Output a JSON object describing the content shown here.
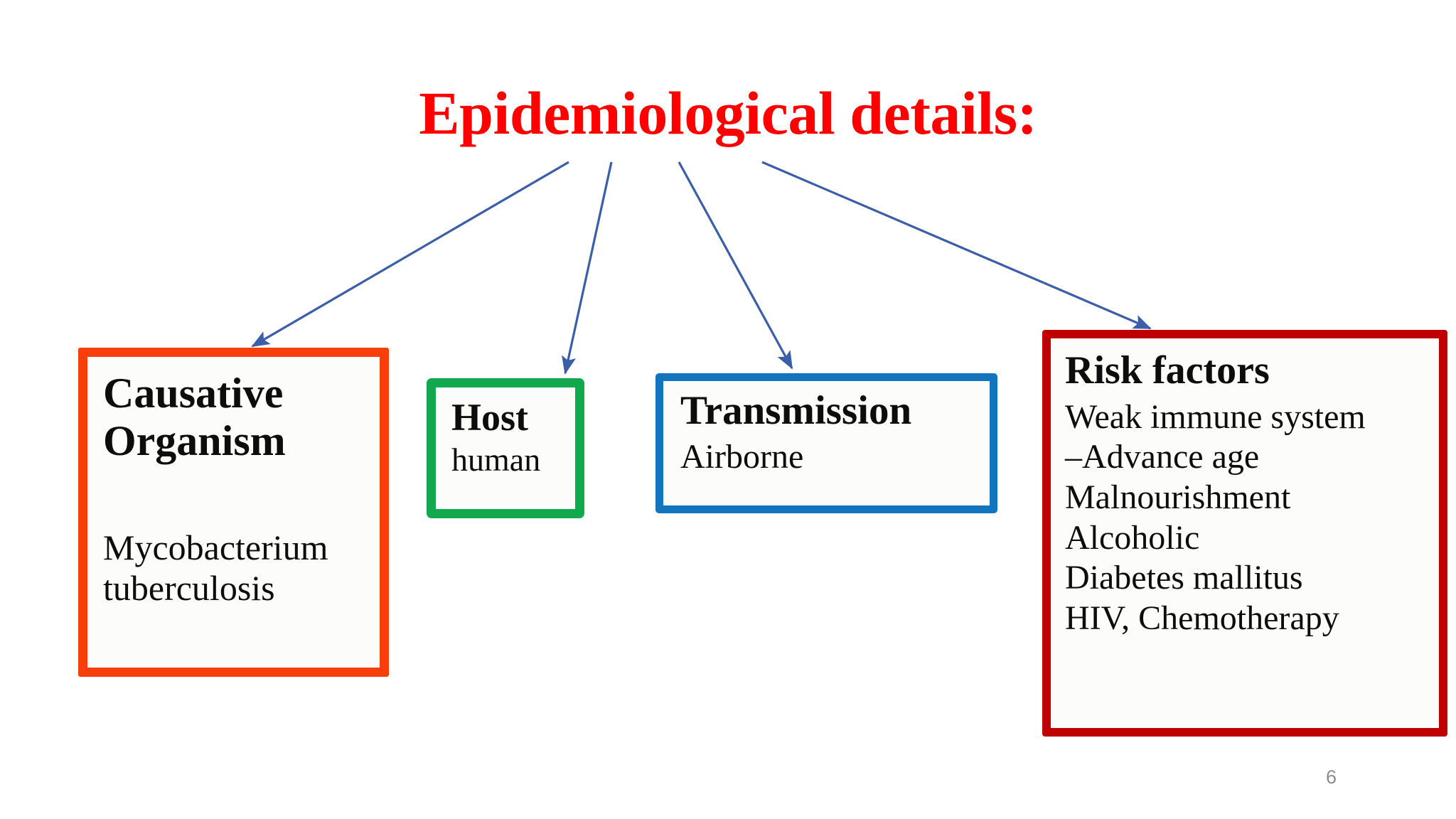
{
  "slide": {
    "title": "Epidemiological details:",
    "title_color": "#FF0000",
    "background_color": "#FFFFFF",
    "page_number": "6"
  },
  "arrows": {
    "color": "#3A5FA8",
    "count": 4,
    "description": "four-arrows-from-title-to-boxes"
  },
  "boxes": {
    "causative_organism": {
      "heading": "Causative Organism",
      "body": "Mycobacterium tuberculosis",
      "border_color": "#F73E0B"
    },
    "host": {
      "heading": "Host",
      "body": "human",
      "border_color": "#11A84E"
    },
    "transmission": {
      "heading": "Transmission",
      "body": "Airborne",
      "border_color": "#1274BC"
    },
    "risk_factors": {
      "heading": "Risk factors",
      "border_color": "#C00000",
      "items": [
        "Weak immune system",
        "–Advance age",
        "Malnourishment",
        "Alcoholic",
        "Diabetes mallitus",
        "HIV, Chemotherapy"
      ]
    }
  }
}
